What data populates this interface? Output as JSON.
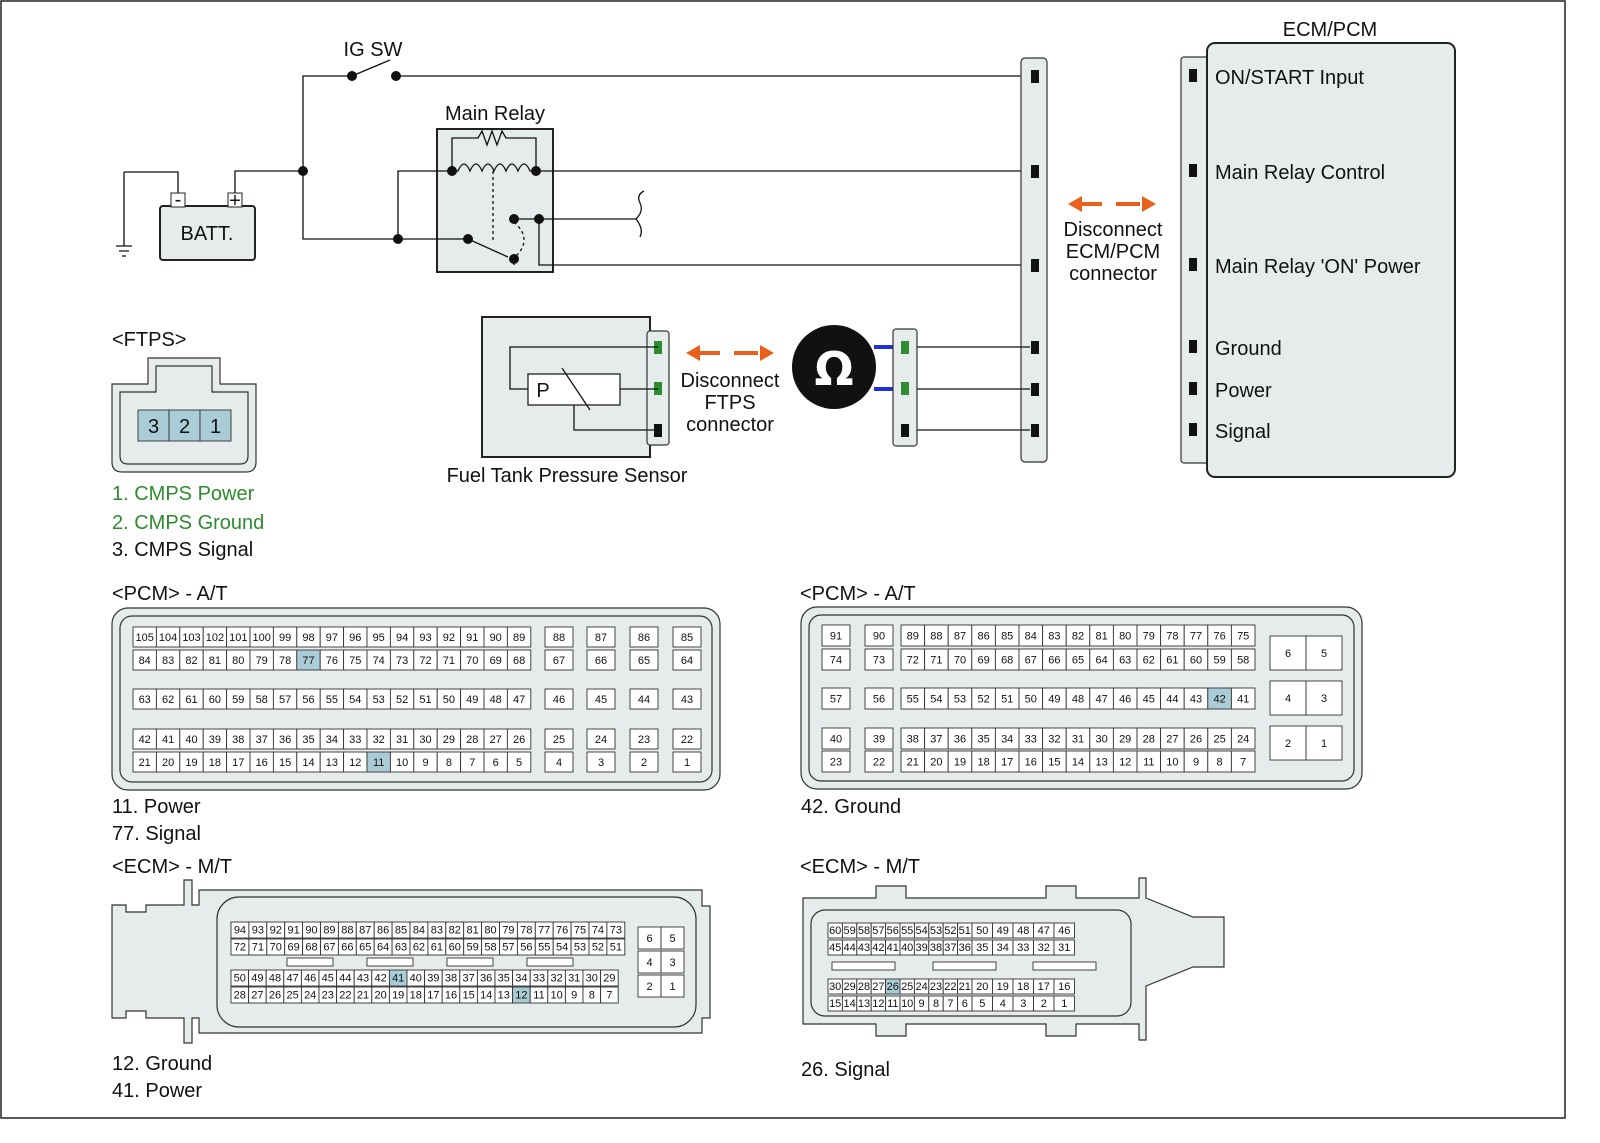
{
  "circuit": {
    "ig_sw": "IG SW",
    "main_relay": "Main Relay",
    "battery": "BATT.",
    "battery_minus": "-",
    "battery_plus": "+",
    "ecm_pcm_title": "ECM/PCM",
    "ecm_pins": [
      "ON/START Input",
      "Main Relay Control",
      "Main Relay 'ON' Power",
      "Ground",
      "Power",
      "Signal"
    ],
    "disconnect_ecm": [
      "Disconnect",
      "ECM/PCM",
      "connector"
    ],
    "disconnect_ftps": [
      "Disconnect",
      "FTPS",
      "connector"
    ],
    "sensor_label": "Fuel Tank Pressure Sensor",
    "sensor_symbol": "P",
    "ohmmeter_symbol": "Ω",
    "colors": {
      "arrow": "#e8601c",
      "test_lead": "#1f2fd6",
      "active_pin": "#2e8b2e",
      "highlight_pin": "#a9ccd6"
    }
  },
  "ftps": {
    "title": "<FTPS>",
    "pins": [
      "3",
      "2",
      "1"
    ],
    "legend": [
      {
        "text": "1. CMPS Power",
        "color": "#2e8b2e"
      },
      {
        "text": "2. CMPS Ground",
        "color": "#2e8b2e"
      },
      {
        "text": "3. CMPS Signal",
        "color": "#111111"
      }
    ]
  },
  "pcm_at_1": {
    "title": "<PCM> - A/T",
    "legend": [
      "11. Power",
      "77. Signal"
    ],
    "highlight": [
      "77",
      "11"
    ]
  },
  "pcm_at_2": {
    "title": "<PCM> - A/T",
    "legend": [
      "42. Ground"
    ],
    "highlight": [
      "42"
    ]
  },
  "ecm_mt_1": {
    "title": "<ECM> - M/T",
    "legend": [
      "12. Ground",
      "41. Power"
    ],
    "highlight": [
      "41",
      "12"
    ]
  },
  "ecm_mt_2": {
    "title": "<ECM> - M/T",
    "legend": [
      "26. Signal"
    ],
    "highlight": [
      "26"
    ]
  }
}
